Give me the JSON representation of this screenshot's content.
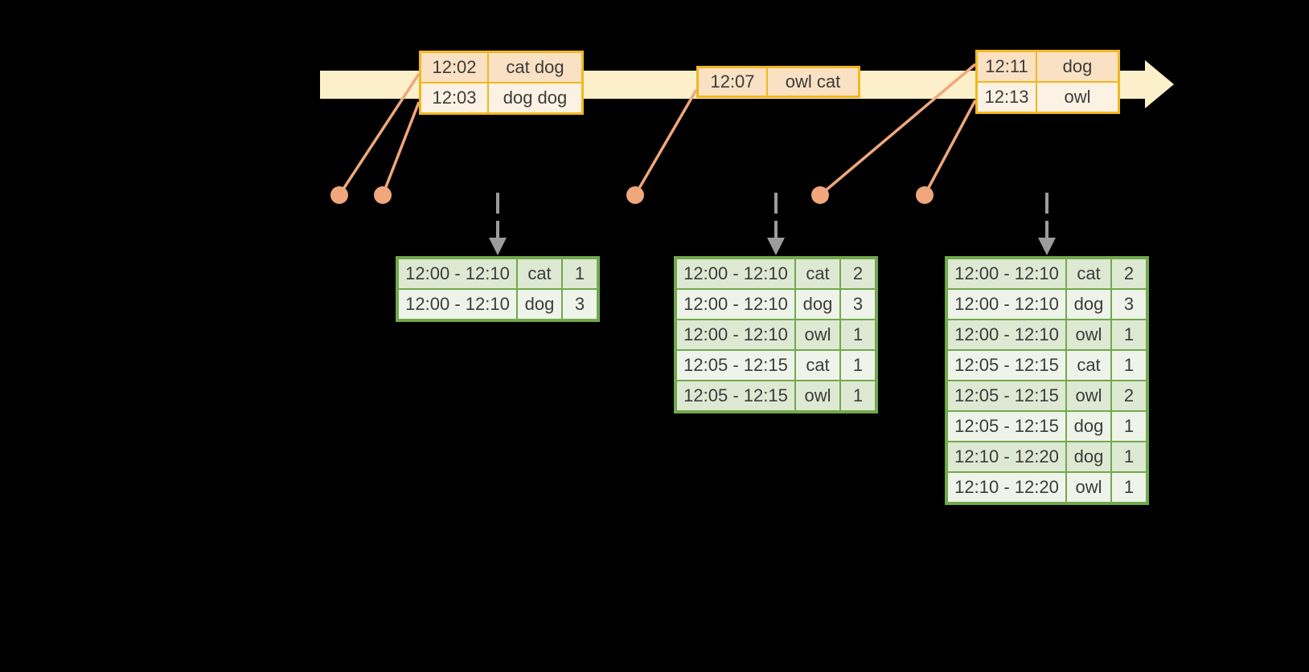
{
  "colors": {
    "background": "#000000",
    "timeline_band": "#fbf0c9",
    "event_border_gold": "#f1b71f",
    "event_fill_peach": "#fae1c3",
    "event_fill_cream": "#fcf2e3",
    "dot_line_orange": "#efa77b",
    "table_border_green": "#72a94c",
    "table_row_green": "#dee9d4",
    "table_row_light": "#eff4ea",
    "dashed_arrow_gray": "#9c9c9c",
    "text": "#3c3c3c"
  },
  "timeline": {
    "events": [
      {
        "rows": [
          {
            "time": "12:02",
            "words": "cat dog"
          },
          {
            "time": "12:03",
            "words": "dog dog"
          }
        ]
      },
      {
        "rows": [
          {
            "time": "12:07",
            "words": "owl cat"
          }
        ]
      },
      {
        "rows": [
          {
            "time": "12:11",
            "words": "dog"
          },
          {
            "time": "12:13",
            "words": "owl"
          }
        ]
      }
    ]
  },
  "result_tables": [
    {
      "rows": [
        {
          "window": "12:00 - 12:10",
          "word": "cat",
          "count": "1"
        },
        {
          "window": "12:00 - 12:10",
          "word": "dog",
          "count": "3"
        }
      ]
    },
    {
      "rows": [
        {
          "window": "12:00 - 12:10",
          "word": "cat",
          "count": "2"
        },
        {
          "window": "12:00 - 12:10",
          "word": "dog",
          "count": "3"
        },
        {
          "window": "12:00 - 12:10",
          "word": "owl",
          "count": "1"
        },
        {
          "window": "12:05 - 12:15",
          "word": "cat",
          "count": "1"
        },
        {
          "window": "12:05 - 12:15",
          "word": "owl",
          "count": "1"
        }
      ]
    },
    {
      "rows": [
        {
          "window": "12:00 - 12:10",
          "word": "cat",
          "count": "2"
        },
        {
          "window": "12:00 - 12:10",
          "word": "dog",
          "count": "3"
        },
        {
          "window": "12:00 - 12:10",
          "word": "owl",
          "count": "1"
        },
        {
          "window": "12:05 - 12:15",
          "word": "cat",
          "count": "1"
        },
        {
          "window": "12:05 - 12:15",
          "word": "owl",
          "count": "2"
        },
        {
          "window": "12:05 - 12:15",
          "word": "dog",
          "count": "1"
        },
        {
          "window": "12:10 - 12:20",
          "word": "dog",
          "count": "1"
        },
        {
          "window": "12:10 - 12:20",
          "word": "owl",
          "count": "1"
        }
      ]
    }
  ]
}
